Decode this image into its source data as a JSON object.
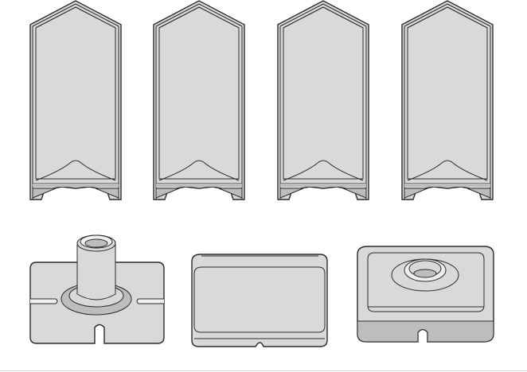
{
  "figure": {
    "fill_color": "#d9d9d9",
    "shadow_color": "#bdbdbd",
    "highlight_color": "#efefef",
    "stroke_color": "#2a2a2a",
    "background_color": "#ffffff"
  },
  "parts": [
    {
      "id": "chevron-panel-1",
      "kind": "chevron-panel"
    },
    {
      "id": "chevron-panel-2",
      "kind": "chevron-panel"
    },
    {
      "id": "chevron-panel-3",
      "kind": "chevron-panel"
    },
    {
      "id": "chevron-panel-4",
      "kind": "chevron-panel"
    },
    {
      "id": "flanged-sleeve",
      "kind": "flanged-sleeve"
    },
    {
      "id": "rectangular-frame",
      "kind": "rectangular-frame"
    },
    {
      "id": "boss-plate",
      "kind": "boss-plate"
    }
  ]
}
